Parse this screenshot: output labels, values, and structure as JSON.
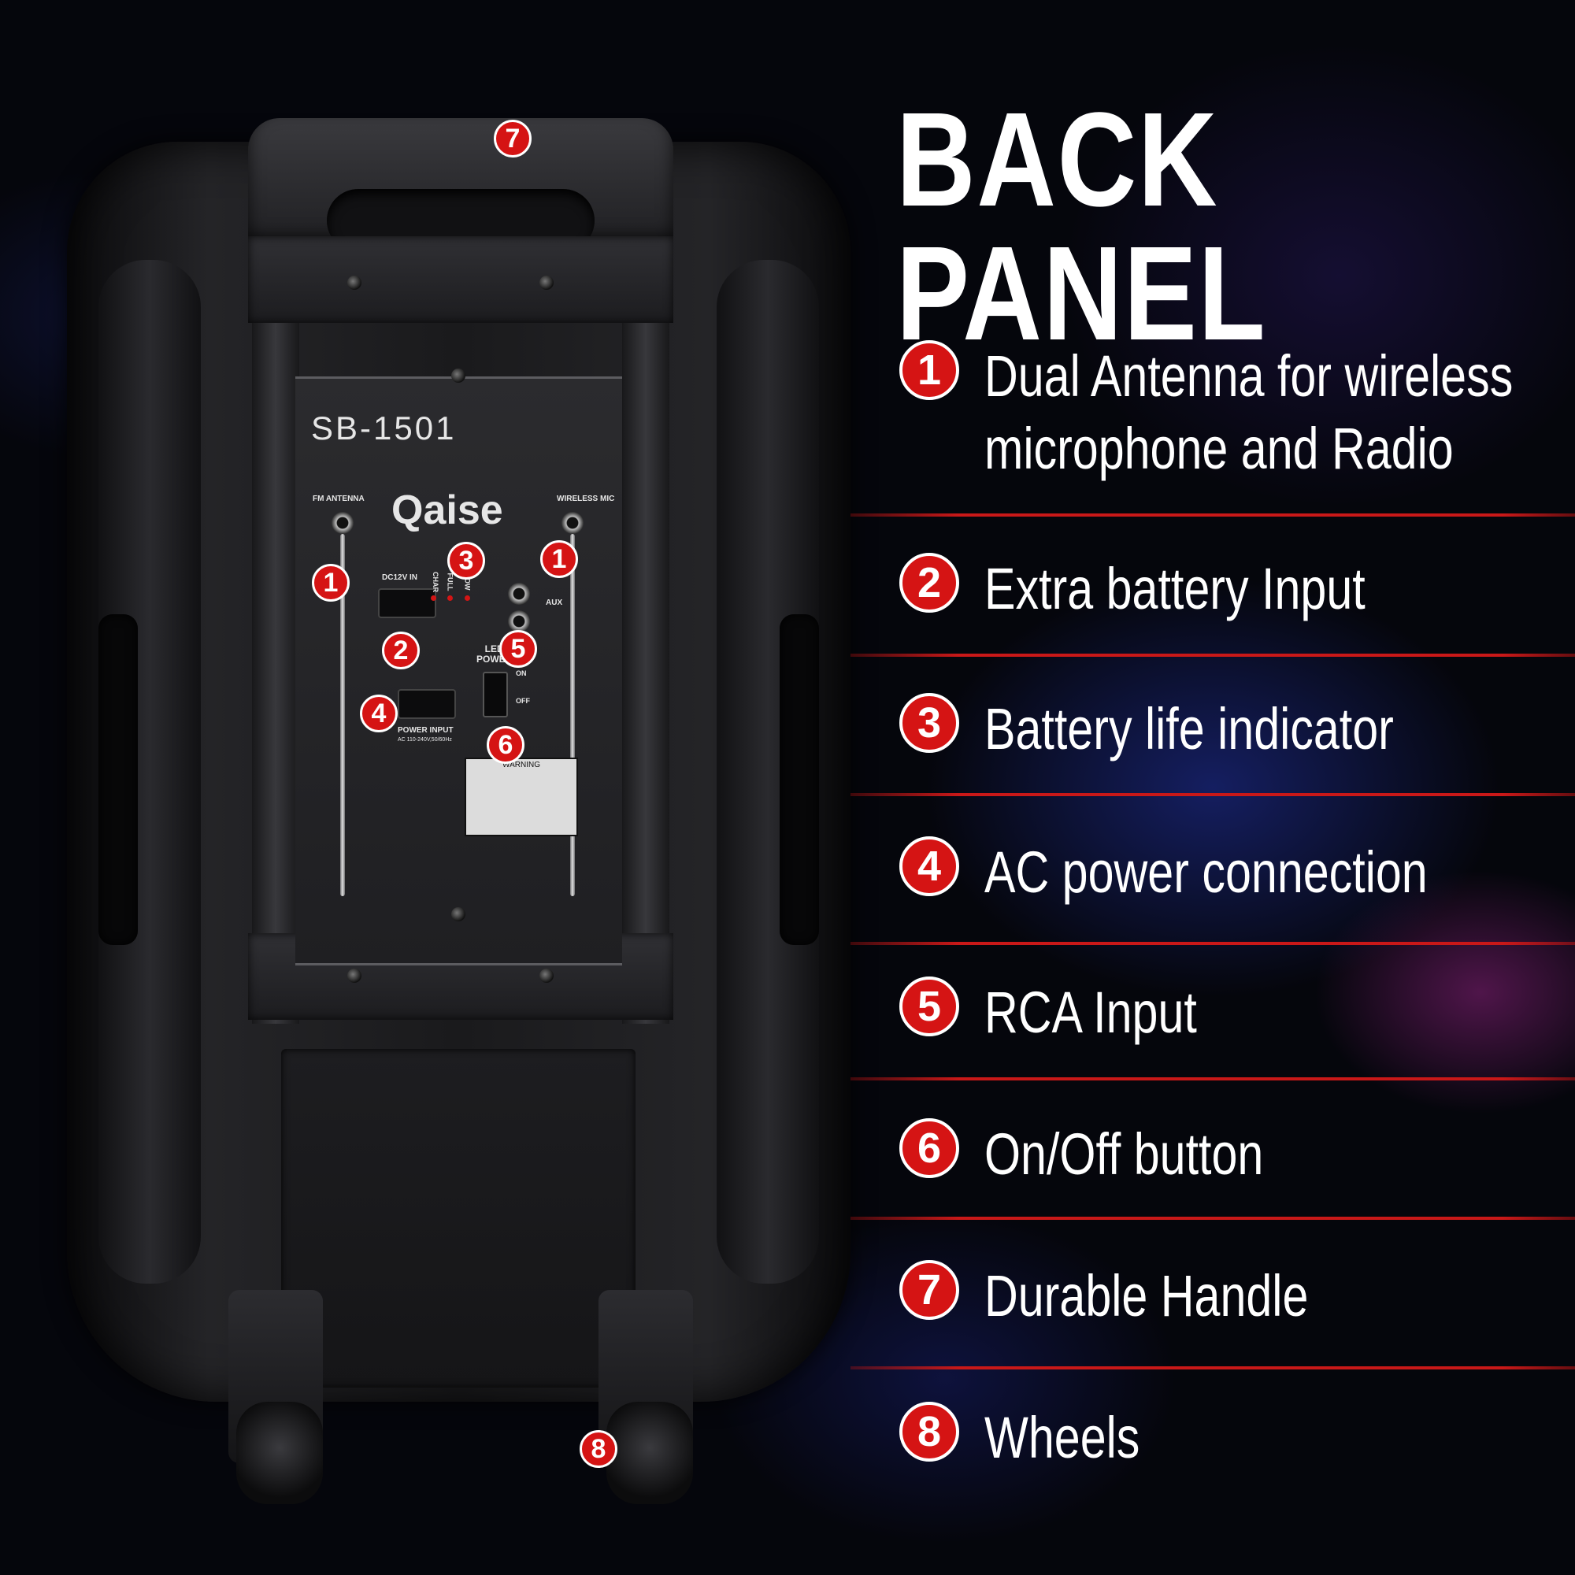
{
  "title": "BACK PANEL",
  "features": [
    {
      "num": "1",
      "lines": [
        "Dual Antenna for wireless",
        "microphone and Radio"
      ]
    },
    {
      "num": "2",
      "lines": [
        "Extra battery Input"
      ]
    },
    {
      "num": "3",
      "lines": [
        "Battery life indicator"
      ]
    },
    {
      "num": "4",
      "lines": [
        "AC power connection"
      ]
    },
    {
      "num": "5",
      "lines": [
        "RCA Input"
      ]
    },
    {
      "num": "6",
      "lines": [
        "On/Off button"
      ]
    },
    {
      "num": "7",
      "lines": [
        "Durable Handle"
      ]
    },
    {
      "num": "8",
      "lines": [
        "Wheels"
      ]
    }
  ],
  "panel": {
    "model": "SB-1501",
    "brand": "Qaise",
    "fm_antenna": "FM ANTENNA",
    "wireless_mic": "WIRELESS MIC",
    "dc_in": "DC12V IN",
    "char": "CHAR",
    "full": "FULL",
    "low": "LOW",
    "aux": "AUX",
    "led_power": "LED\nPOWER",
    "on": "ON",
    "off": "OFF",
    "power_input": "POWER INPUT",
    "power_spec": "AC 110-240V,50/60Hz",
    "warning": "WARNING"
  },
  "colors": {
    "accent": "#d51414",
    "background": "#05060c"
  }
}
